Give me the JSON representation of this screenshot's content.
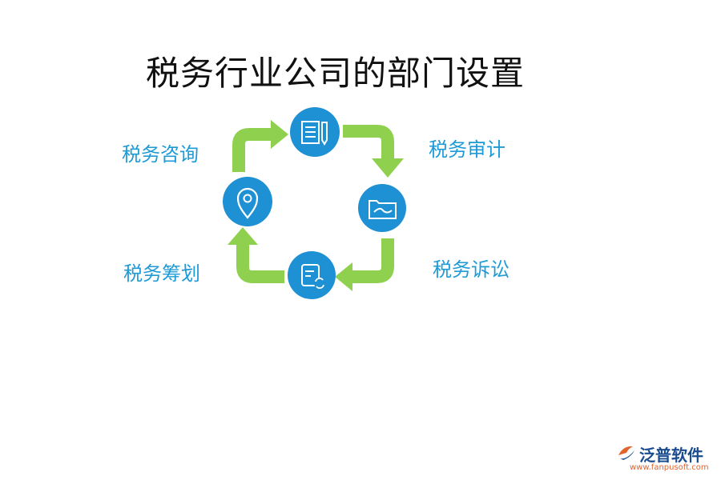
{
  "title": "税务行业公司的部门设置",
  "departments": {
    "consult": "税务咨询",
    "audit": "税务审计",
    "plan": "税务筹划",
    "litigation": "税务诉讼"
  },
  "colors": {
    "arrow": "#8fd14f",
    "circle": "#1e90d4",
    "label": "#1e9ad6"
  },
  "icons": [
    "document-pen-icon",
    "folder-icon",
    "location-pin-icon",
    "document-refresh-icon"
  ],
  "logo": {
    "name": "泛普软件",
    "url": "www.fanpusoft.com"
  }
}
